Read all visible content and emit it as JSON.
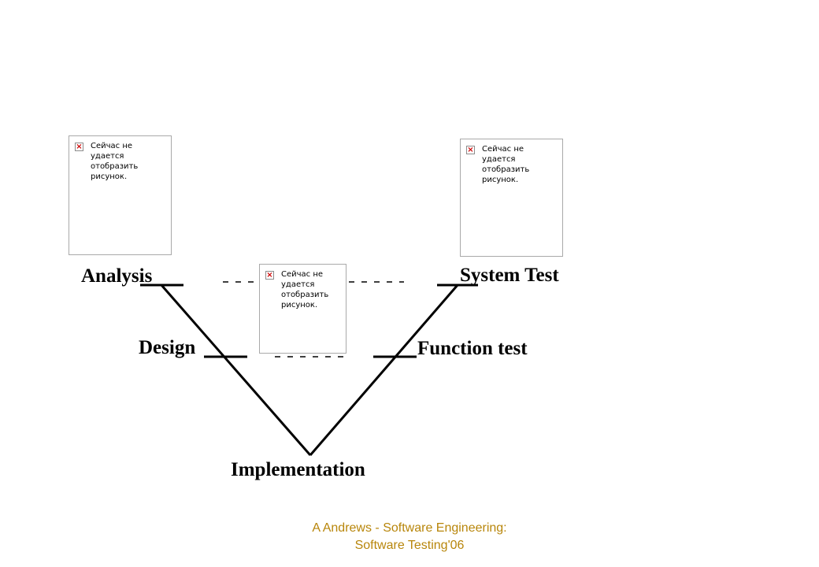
{
  "stages": {
    "analysis": "Analysis",
    "design": "Design",
    "implementation": "Implementation",
    "function_test": "Function test",
    "system_test": "System Test"
  },
  "placeholders": {
    "top_left": {
      "message": "Сейчас не удается\nотобразить\nрисунок."
    },
    "top_right": {
      "message": "Сейчас не удается\nотобразить\nрисунок."
    },
    "center": {
      "message": "Сейчас не\nудается\nотобразить\nрисунок."
    }
  },
  "footer": {
    "line1": "A Andrews - Software Engineering:",
    "line2": "Software Testing'06"
  },
  "colors": {
    "line": "#000000",
    "footer_text": "#b8860b",
    "broken_icon": "#cc0000"
  },
  "icons": {
    "broken_image": "broken-image-icon"
  }
}
